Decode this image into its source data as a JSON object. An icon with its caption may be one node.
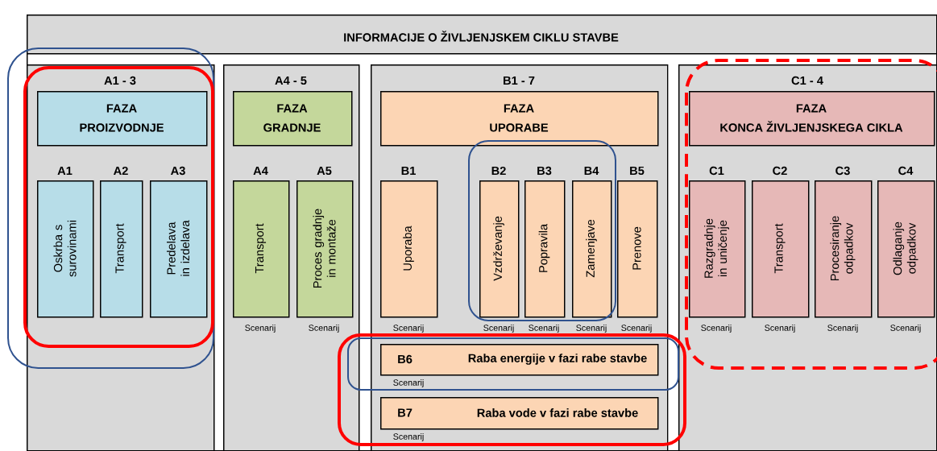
{
  "diagram": {
    "nodes": [
      {
        "text": [
          "INFORMACIJE O ŽIVLJENJSKEM CIKLU STAVBE"
        ]
      },
      {
        "text": [
          "A1 - 3"
        ],
        "in": 0
      },
      {
        "text": [
          "FAZA PROIZVODNJE"
        ],
        "in": 1
      },
      {
        "text": [
          "A1",
          "Oskrba s surovinami"
        ],
        "in": 1
      },
      {
        "text": [
          "A2",
          "Transport"
        ],
        "in": 1
      },
      {
        "text": [
          "A3",
          "Predelava in izdelava"
        ],
        "in": 1
      },
      {
        "text": [
          "A4 - 5"
        ],
        "in": 0
      },
      {
        "text": [
          "FAZA GRADNJE"
        ],
        "in": 6
      },
      {
        "text": [
          "A4",
          "Transport"
        ],
        "in": 6,
        "beside": [
          "Scenarij"
        ]
      },
      {
        "text": [
          "A5",
          "Proces gradnje in montaže"
        ],
        "in": 6,
        "beside": [
          "Scenarij"
        ]
      },
      {
        "text": [
          "B1 - 7"
        ],
        "in": 0
      },
      {
        "text": [
          "FAZA UPORABE"
        ],
        "in": 10
      },
      {
        "text": [
          "B1",
          "Uporaba"
        ],
        "in": 10,
        "beside": [
          "Scenarij"
        ]
      },
      {
        "text": [
          "B2",
          "Vzdrževanje"
        ],
        "in": 10,
        "beside": [
          "Scenarij"
        ]
      },
      {
        "text": [
          "B3",
          "Popravila"
        ],
        "in": 10,
        "beside": [
          "Scenarij"
        ]
      },
      {
        "text": [
          "B4",
          "Zamenjave"
        ],
        "in": 10,
        "beside": [
          "Scenarij"
        ]
      },
      {
        "text": [
          "B5",
          "Prenove"
        ],
        "in": 10,
        "beside": [
          "Scenarij"
        ]
      },
      {
        "text": [
          "B6",
          "Raba energije v fazi rabe stavbe"
        ],
        "in": 10,
        "beside": [
          "Scenarij"
        ]
      },
      {
        "text": [
          "B7",
          "Raba vode v fazi rabe stavbe"
        ],
        "in": 10,
        "beside": [
          "Scenarij"
        ]
      },
      {
        "text": [
          "C1 - 4"
        ],
        "in": 0
      },
      {
        "text": [
          "FAZA KONCA ŽIVLJENJSKEGA CIKLA"
        ],
        "in": 19
      },
      {
        "text": [
          "C1",
          "Razgradnje in uničenje"
        ],
        "in": 19,
        "beside": [
          "Scenarij"
        ]
      },
      {
        "text": [
          "C2",
          "Transport"
        ],
        "in": 19,
        "beside": [
          "Scenarij"
        ]
      },
      {
        "text": [
          "C3",
          "Procesiranje odpadkov"
        ],
        "in": 19,
        "beside": [
          "Scenarij"
        ]
      },
      {
        "text": [
          "C4",
          "Odlaganje odpadkov"
        ],
        "in": 19,
        "beside": [
          "Scenarij"
        ]
      }
    ]
  }
}
